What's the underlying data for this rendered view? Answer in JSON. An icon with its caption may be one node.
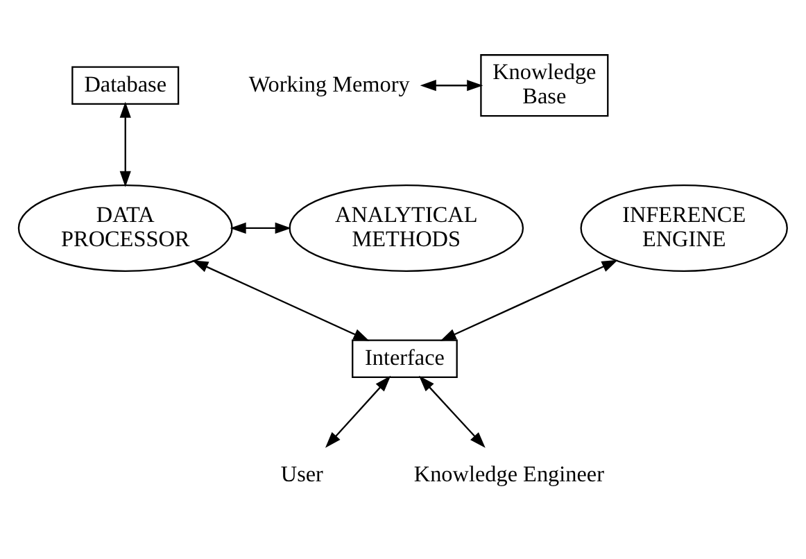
{
  "diagram": {
    "nodes": [
      {
        "text": [
          "Database"
        ]
      },
      {
        "text": [
          "Working Memory"
        ]
      },
      {
        "text": [
          "Knowledge Base"
        ]
      },
      {
        "text": [
          "DATA PROCESSOR"
        ]
      },
      {
        "text": [
          "ANALYTICAL METHODS"
        ]
      },
      {
        "text": [
          "INFERENCE ENGINE"
        ]
      },
      {
        "text": [
          "Interface"
        ]
      },
      {
        "text": [
          "User"
        ]
      },
      {
        "text": [
          "Knowledge Engineer"
        ]
      }
    ],
    "edges": [
      {
        "from": 0,
        "to": 3,
        "arrow": "both"
      },
      {
        "from": 1,
        "to": 2,
        "arrow": "both"
      },
      {
        "from": 3,
        "to": 4,
        "arrow": "both"
      },
      {
        "from": 3,
        "to": 6,
        "arrow": "both"
      },
      {
        "from": 5,
        "to": 6,
        "arrow": "both"
      },
      {
        "from": 6,
        "to": 7,
        "arrow": "both"
      },
      {
        "from": 6,
        "to": 8,
        "arrow": "both"
      }
    ]
  }
}
